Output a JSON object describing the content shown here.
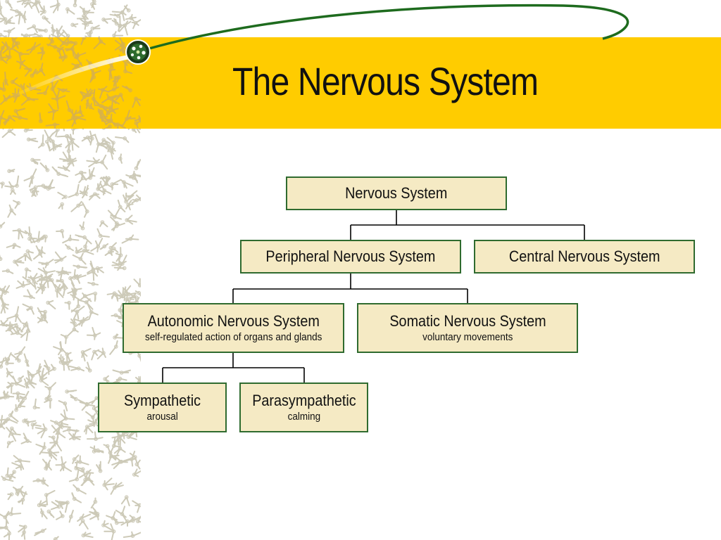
{
  "slide": {
    "title": "The Nervous System"
  },
  "colors": {
    "title_band": "#ffcc00",
    "node_fill": "#f5eac4",
    "node_border": "#2f6b2f",
    "connector": "#000000",
    "swoosh": "#1e6b1e",
    "side_pattern": "#c9c6b4"
  },
  "diagram": {
    "nodes": {
      "nervous_system": {
        "label": "Nervous System"
      },
      "peripheral": {
        "label": "Peripheral Nervous System"
      },
      "central": {
        "label": "Central Nervous System"
      },
      "autonomic": {
        "label": "Autonomic Nervous System",
        "sublabel": "self-regulated action of organs and glands"
      },
      "somatic": {
        "label": "Somatic Nervous System",
        "sublabel": "voluntary movements"
      },
      "sympathetic": {
        "label": "Sympathetic",
        "sublabel": "arousal"
      },
      "parasympathetic": {
        "label": "Parasympathetic",
        "sublabel": "calming"
      }
    },
    "edges": [
      {
        "from": "Nervous System",
        "to": "Peripheral Nervous System"
      },
      {
        "from": "Nervous System",
        "to": "Central Nervous System"
      },
      {
        "from": "Peripheral Nervous System",
        "to": "Autonomic Nervous System"
      },
      {
        "from": "Peripheral Nervous System",
        "to": "Somatic Nervous System"
      },
      {
        "from": "Autonomic Nervous System",
        "to": "Sympathetic"
      },
      {
        "from": "Autonomic Nervous System",
        "to": "Parasympathetic"
      }
    ]
  }
}
